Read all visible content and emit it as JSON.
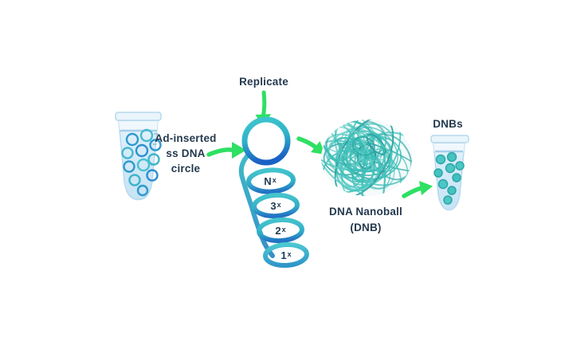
{
  "diagram": {
    "source_tube": {
      "label_lines": [
        "Ad-inserted",
        "ss DNA",
        "circle"
      ]
    },
    "replicate_label": "Replicate",
    "coil": {
      "loops": [
        {
          "count": "N",
          "times": "x"
        },
        {
          "count": "3",
          "times": "x"
        },
        {
          "count": "2",
          "times": "x"
        },
        {
          "count": "1",
          "times": "x"
        }
      ]
    },
    "nanoball": {
      "label_lines": [
        "DNA Nanoball",
        "(DNB)"
      ]
    },
    "dnbs_label": "DNBs",
    "colors": {
      "arrow_green": "#2ee063",
      "strand_teal": "#35bac5",
      "strand_blue": "#1b61c6",
      "nanoball_teal": "#3bbcb6",
      "text": "#24394e",
      "tube_fill": "#d6ebf8",
      "tube_outline": "#b7d9ed"
    }
  }
}
